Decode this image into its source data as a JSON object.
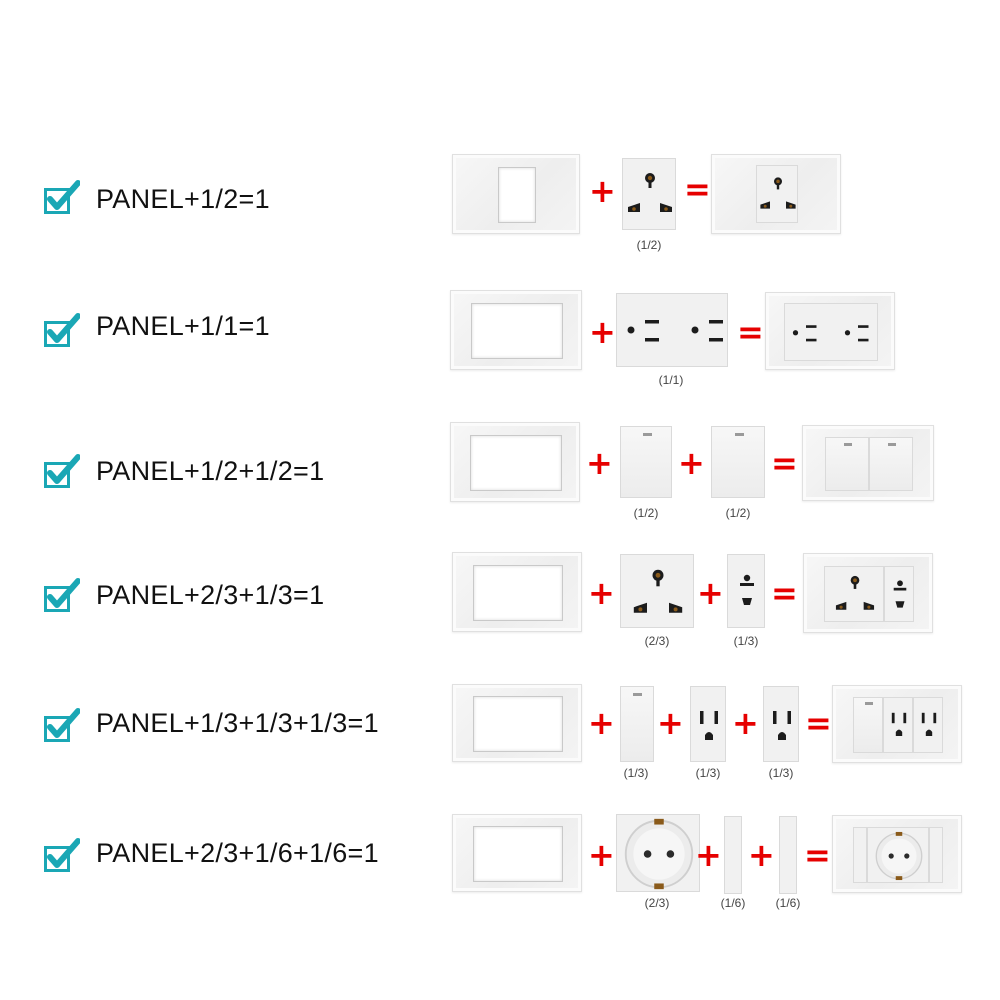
{
  "colors": {
    "check": "#1aa7b5",
    "operator": "#e60000"
  },
  "operators": {
    "plus": "+",
    "equals": "="
  },
  "rows": [
    {
      "label": "PANEL+1/2=1",
      "captions": [
        "(1/2)"
      ]
    },
    {
      "label": "PANEL+1/1=1",
      "captions": [
        "(1/1)"
      ]
    },
    {
      "label": "PANEL+1/2+1/2=1",
      "captions": [
        "(1/2)",
        "(1/2)"
      ]
    },
    {
      "label": "PANEL+2/3+1/3=1",
      "captions": [
        "(2/3)",
        "(1/3)"
      ]
    },
    {
      "label": "PANEL+1/3+1/3+1/3=1",
      "captions": [
        "(1/3)",
        "(1/3)",
        "(1/3)"
      ]
    },
    {
      "label": "PANEL+2/3+1/6+1/6=1",
      "captions": [
        "(2/3)",
        "(1/6)",
        "(1/6)"
      ]
    }
  ]
}
